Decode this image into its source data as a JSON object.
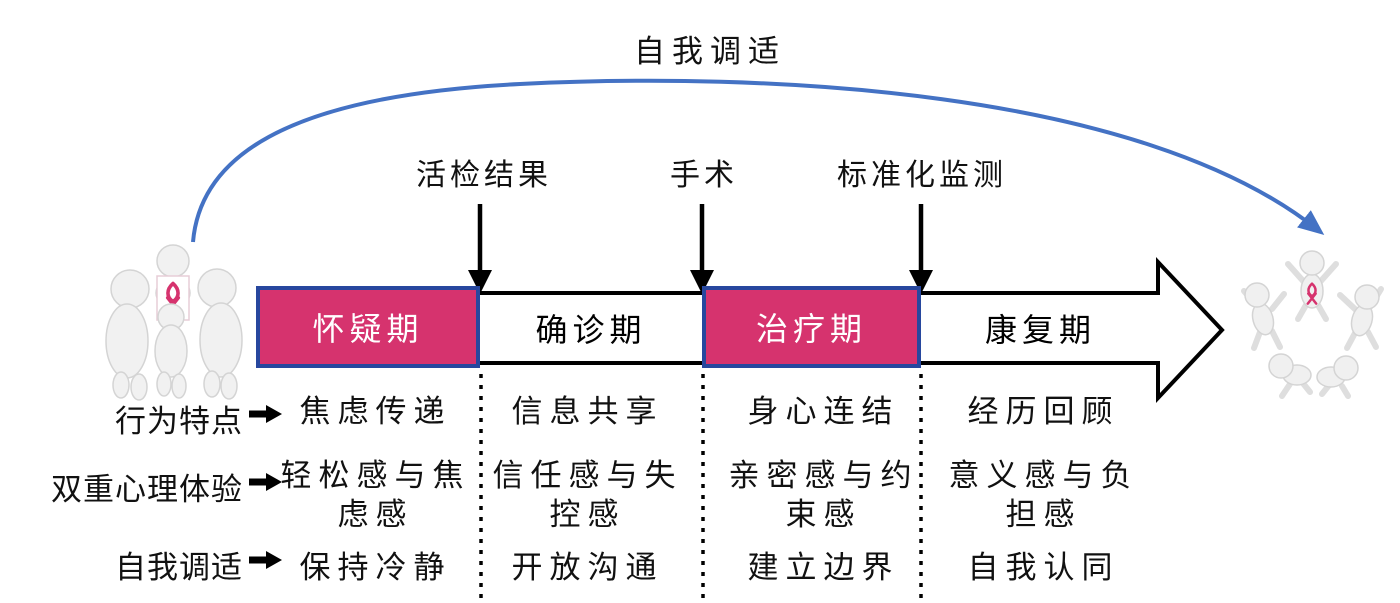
{
  "title": "自我调适",
  "milestones": [
    {
      "label": "活检结果"
    },
    {
      "label": "手术"
    },
    {
      "label": "标准化监测"
    }
  ],
  "phases": [
    {
      "label": "怀疑期",
      "highlighted": true
    },
    {
      "label": "确诊期",
      "highlighted": false
    },
    {
      "label": "治疗期",
      "highlighted": true
    },
    {
      "label": "康复期",
      "highlighted": false
    }
  ],
  "row_labels": [
    {
      "label": "行为特点"
    },
    {
      "label": "双重心理体验"
    },
    {
      "label": "自我调适"
    }
  ],
  "columns": [
    {
      "phase": "怀疑期",
      "cells": [
        "焦虑传递",
        "轻松感与焦虑感",
        "保持冷静"
      ]
    },
    {
      "phase": "确诊期",
      "cells": [
        "信息共享",
        "信任感与失控感",
        "开放沟通"
      ]
    },
    {
      "phase": "治疗期",
      "cells": [
        "身心连结",
        "亲密感与约束感",
        "建立边界"
      ]
    },
    {
      "phase": "康复期",
      "cells": [
        "经历回顾",
        "意义感与负担感",
        "自我认同"
      ]
    }
  ],
  "icons": {
    "left_group": "patient-family-huddle-illustration",
    "right_group": "celebrating-group-illustration",
    "ribbon": "pink-ribbon-icon"
  },
  "colors": {
    "phase_highlight": "#D6336E",
    "phase_border": "#27479E",
    "arc_arrow": "#4472C4",
    "line": "#000000"
  }
}
